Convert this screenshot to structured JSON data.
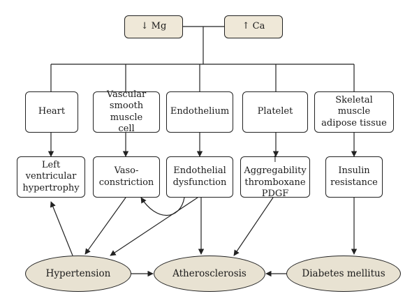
{
  "top_nodes": {
    "mg": "↓ Mg",
    "ca": "↑ Ca"
  },
  "targets": {
    "heart": "Heart",
    "vascular": "Vascular\nsmooth muscle\ncell",
    "endothelium": "Endothelium",
    "platelet": "Platelet",
    "skeletal": "Skeletal muscle\nadipose tissue"
  },
  "effects": {
    "lvh": "Left ventricular\nhypertrophy",
    "vasoconstriction": "Vaso-\nconstriction",
    "endothelial_dysfunction": "Endothelial\ndysfunction",
    "aggregability": "↑ Aggregability\nthromboxane\nPDGF",
    "insulin_resistance": "Insulin\nresistance"
  },
  "outcomes": {
    "hypertension": "Hypertension",
    "atherosclerosis": "Atherosclerosis",
    "diabetes": "Diabetes mellitus"
  },
  "colors": {
    "top_fill": "#efe8d8",
    "ellipse_fill": "#e8e2d2",
    "stroke": "#222222"
  }
}
